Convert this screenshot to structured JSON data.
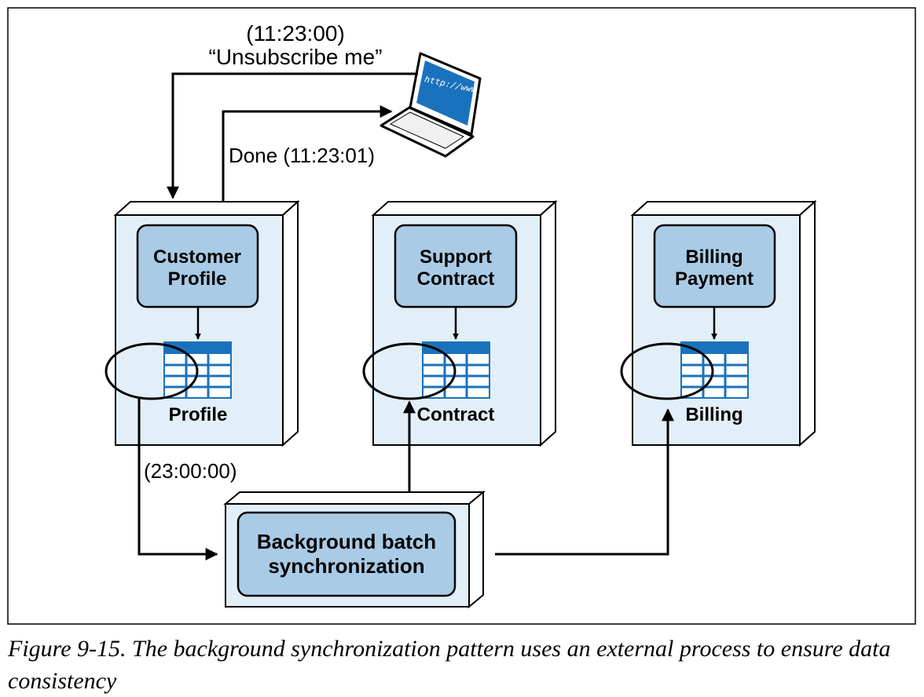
{
  "diagram": {
    "request_time": "(11:23:00)",
    "request_text": "“Unsubscribe me”",
    "response_text": "Done (11:23:01)",
    "laptop_screen_text": "http://www",
    "services": [
      {
        "service_line1": "Customer",
        "service_line2": "Profile",
        "table_label": "Profile"
      },
      {
        "service_line1": "Support",
        "service_line2": "Contract",
        "table_label": "Contract"
      },
      {
        "service_line1": "Billing",
        "service_line2": "Payment",
        "table_label": "Billing"
      }
    ],
    "batch_time": "(23:00:00)",
    "batch_line1": "Background batch",
    "batch_line2": "synchronization"
  },
  "caption": {
    "figure_number": "Figure 9-15.",
    "text": "The background synchronization pattern uses an external process to ensure data consistency"
  },
  "colors": {
    "container_fill": "#e3eff8",
    "box_fill": "#a9cbe5",
    "table_blue": "#1a72bd",
    "screen_blue": "#1a72bd"
  }
}
